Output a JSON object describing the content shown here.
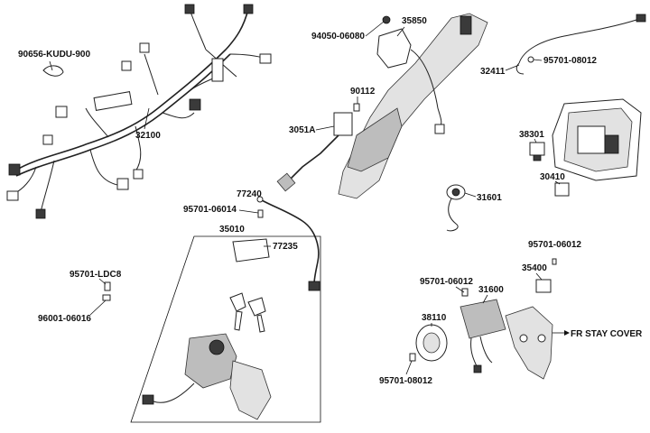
{
  "labels": {
    "p90656": "90656-KUDU-900",
    "p32100": "32100",
    "p94050": "94050-06080",
    "p35850": "35850",
    "p90112": "90112",
    "p3051a": "3051A",
    "p32411": "32411",
    "p95701_08012_top": "95701-08012",
    "p38301": "38301",
    "p30410": "30410",
    "p31601": "31601",
    "p77240": "77240",
    "p95701_06014": "95701-06014",
    "p35010": "35010",
    "p77235": "77235",
    "p95701_ldc8": "95701-LDC8",
    "p96001_06016": "96001-06016",
    "p95701_06012_right": "95701-06012",
    "p35400": "35400",
    "p95701_06012_mid": "95701-06012",
    "p31600": "31600",
    "p38110": "38110",
    "p95701_08012_bottom": "95701-08012",
    "fr_stay_cover": "FR STAY COVER"
  }
}
